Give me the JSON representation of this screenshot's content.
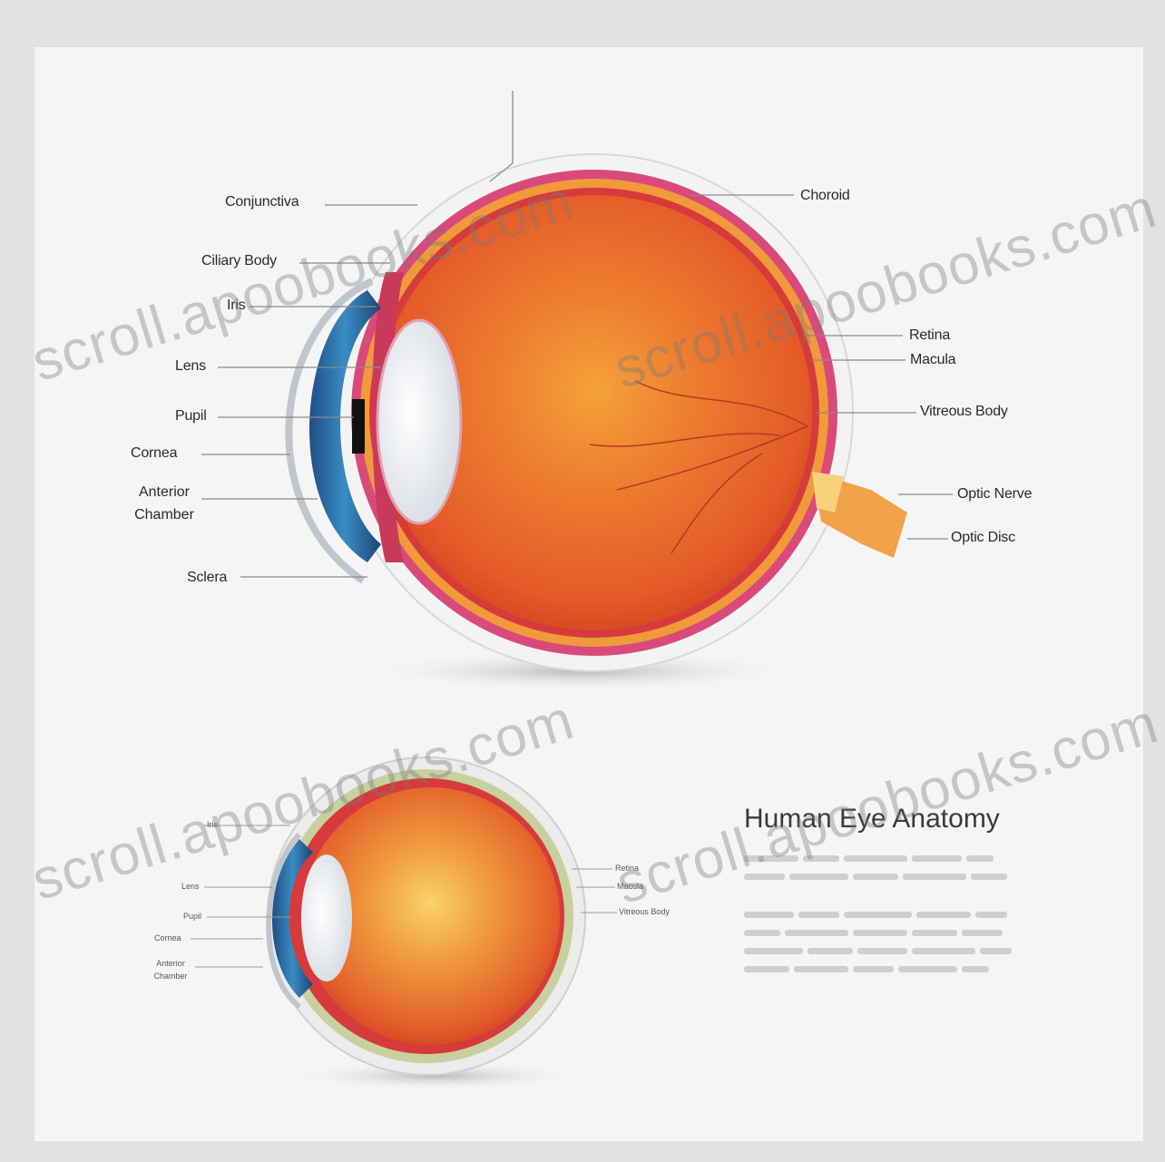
{
  "title": "Human Eye Anatomy",
  "main_labels": {
    "conjunctiva": "Conjunctiva",
    "ciliary_body": "Ciliary Body",
    "iris": "Iris",
    "lens": "Lens",
    "pupil": "Pupil",
    "cornea": "Cornea",
    "anterior_chamber": "Anterior Chamber",
    "sclera": "Sclera",
    "choroid": "Choroid",
    "retina": "Retina",
    "macula": "Macula",
    "vitreous_body": "Vitreous Body",
    "optic_nerve": "Optic Nerve",
    "optic_disc": "Optic Disc"
  },
  "small_labels": {
    "iris": "Iris",
    "lens": "Lens",
    "pupil": "Pupil",
    "cornea": "Cornea",
    "anterior_chamber": "Anterior Chamber",
    "retina": "Retina",
    "macula": "Macula",
    "vitreous_body": "Vitreous Body"
  },
  "watermarks": [
    "scroll.apoobooks.com",
    "scroll.apoobooks.com",
    "scroll.apoobooks.com",
    "scroll.apoobooks.com"
  ],
  "colors": {
    "background": "#f5f5f5",
    "eyeball_orange": "#e8622a",
    "iris_blue": "#2a6fa8",
    "label_text": "#2b2b2b"
  }
}
